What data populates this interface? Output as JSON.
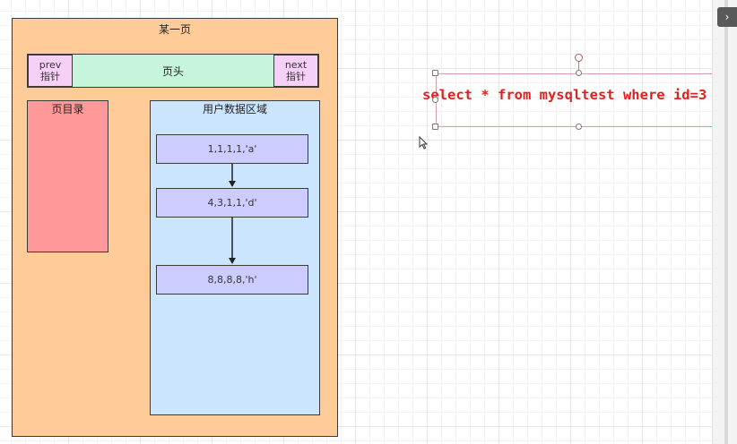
{
  "page": {
    "title": "某一页",
    "header": {
      "label": "页头"
    },
    "prev_pointer": {
      "line1": "prev",
      "line2": "指针"
    },
    "next_pointer": {
      "line1": "next",
      "line2": "指针"
    },
    "page_directory": {
      "label": "页目录"
    },
    "user_data_area": {
      "label": "用户数据区域",
      "records": [
        "1,1,1,1,'a'",
        "4,3,1,1,'d'",
        "8,8,8,8,'h'"
      ]
    }
  },
  "sql": {
    "text": "select * from mysqltest where id=3"
  },
  "colors": {
    "page_fill": "#ffcc99",
    "header_fill": "#c7f5dc",
    "pointer_fill": "#f6d0f6",
    "directory_fill": "#ff9999",
    "data_area_fill": "#cce5ff",
    "record_fill": "#ccccff",
    "sql_text": "#e02020"
  },
  "icons": {
    "cursor": "cursor-arrow-icon",
    "collapse": "collapse-panel-icon"
  }
}
